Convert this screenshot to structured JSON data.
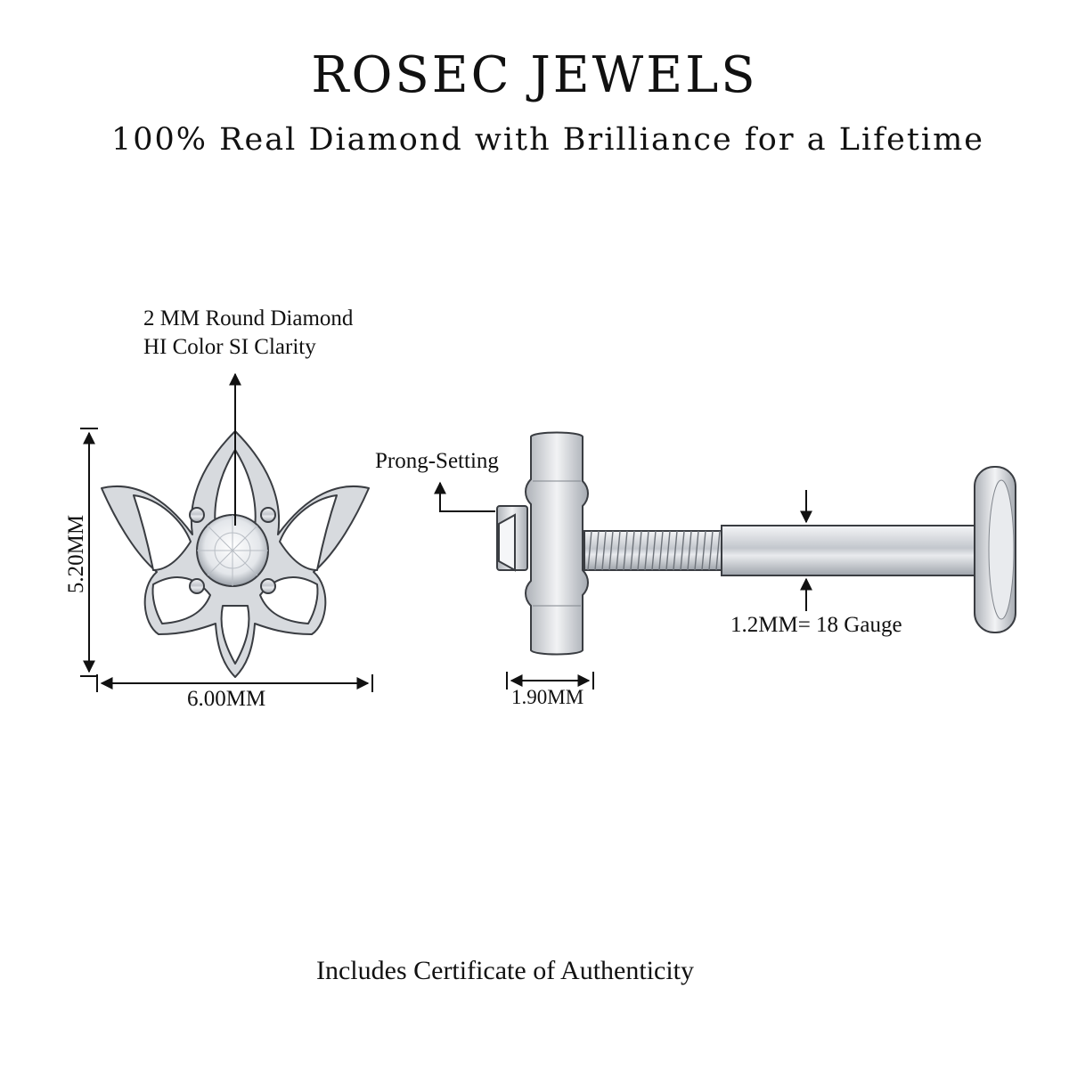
{
  "header": {
    "brand": "ROSEC JEWELS",
    "tagline": "100% Real Diamond with Brilliance for a Lifetime"
  },
  "front_view": {
    "stone_label_line1": "2 MM Round Diamond",
    "stone_label_line2": "HI Color SI Clarity",
    "height_label": "5.20MM",
    "width_label": "6.00MM"
  },
  "side_view": {
    "setting_label": "Prong-Setting",
    "depth_label": "1.90MM",
    "gauge_label": "1.2MM= 18 Gauge"
  },
  "footer": {
    "certificate_text": "Includes Certificate of Authenticity"
  },
  "colors": {
    "metal": "#c9ccd2",
    "metal_light": "#eef0f3",
    "outline": "#3a3d42",
    "ink": "#111111"
  }
}
